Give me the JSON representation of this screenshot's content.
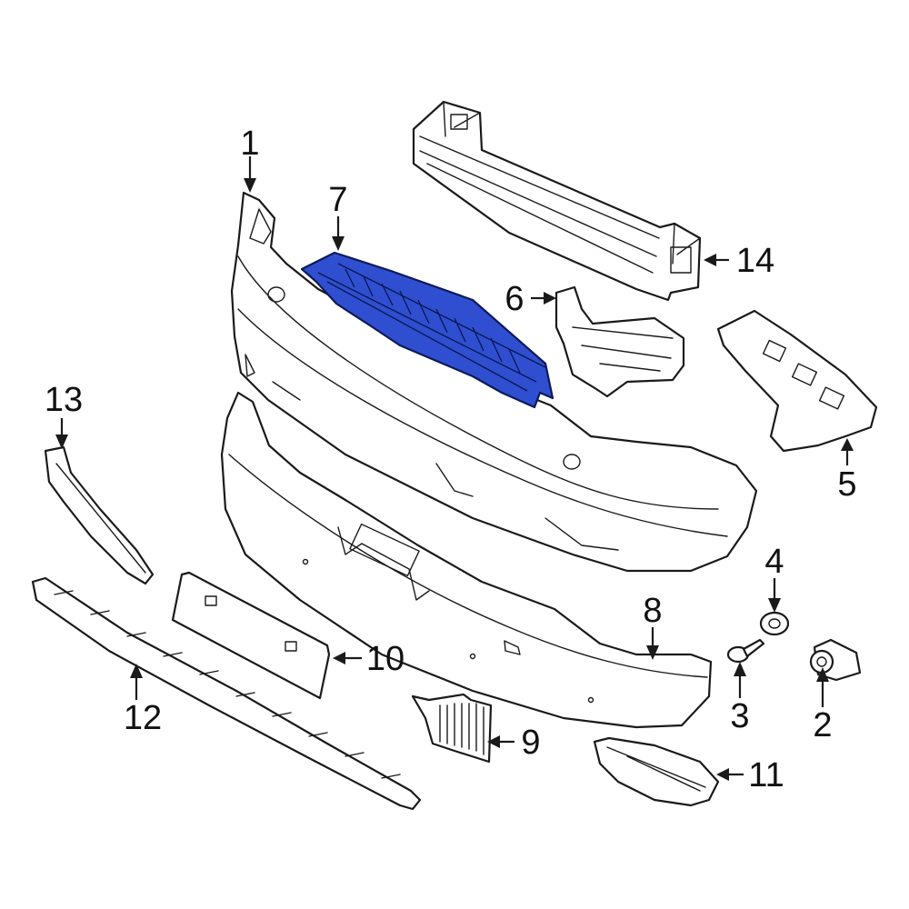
{
  "colors": {
    "highlight": "#2f4fd0",
    "line": "#1a1a1a",
    "background": "#ffffff"
  },
  "highlighted_part": "7",
  "callouts": [
    {
      "id": "c1",
      "label": "1"
    },
    {
      "id": "c2",
      "label": "2"
    },
    {
      "id": "c3",
      "label": "3"
    },
    {
      "id": "c4",
      "label": "4"
    },
    {
      "id": "c5",
      "label": "5"
    },
    {
      "id": "c6",
      "label": "6"
    },
    {
      "id": "c7",
      "label": "7"
    },
    {
      "id": "c8",
      "label": "8"
    },
    {
      "id": "c9",
      "label": "9"
    },
    {
      "id": "c10",
      "label": "10"
    },
    {
      "id": "c11",
      "label": "11"
    },
    {
      "id": "c12",
      "label": "12"
    },
    {
      "id": "c13",
      "label": "13"
    },
    {
      "id": "c14",
      "label": "14"
    }
  ]
}
